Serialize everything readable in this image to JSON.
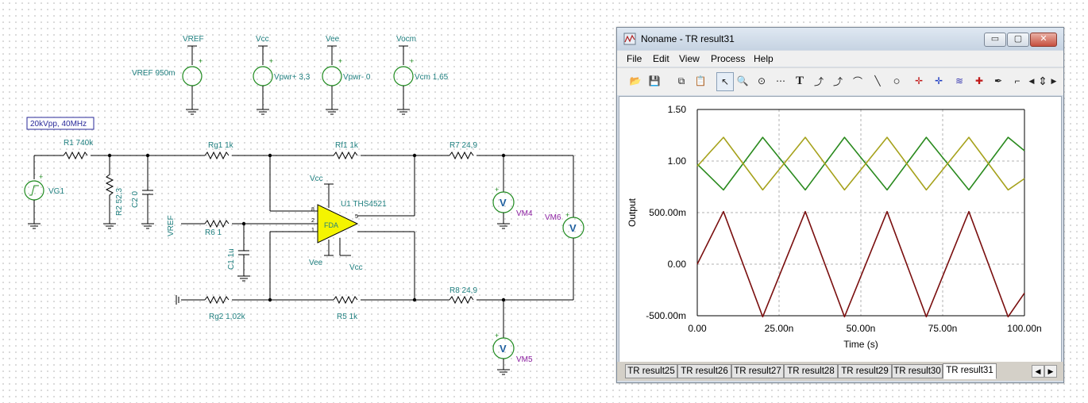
{
  "schematic": {
    "sources": [
      {
        "name": "VREF",
        "label": "VREF 950m"
      },
      {
        "name": "Vcc",
        "label": "Vpwr+ 3,3"
      },
      {
        "name": "Vee",
        "label": "Vpwr- 0"
      },
      {
        "name": "Vocm",
        "label": "Vcm 1,65"
      }
    ],
    "generator_box": "20kVpp, 40MHz",
    "components": {
      "r1": "R1 740k",
      "vg1": "VG1",
      "r2": "R2 52,3",
      "c2": "C2 0",
      "rg1": "Rg1 1k",
      "rf1": "Rf1 1k",
      "r7": "R7 24,9",
      "r6": "R6 1",
      "vref_pin": "VREF",
      "c1": "C1 1u",
      "u1": "U1 THS4521",
      "fda": "FDA",
      "vcc_top": "Vcc",
      "vee_bottom": "Vee",
      "vcc_right": "Vcc",
      "rg2": "Rg2 1,02k",
      "r5": "R5 1k",
      "r8": "R8 24,9",
      "vm4": "VM4",
      "vm5": "VM5",
      "vm6": "VM6",
      "meter_symbol": "V",
      "pins": {
        "p8": "8",
        "p2": "2",
        "p1": "1",
        "p5": "5"
      }
    }
  },
  "window": {
    "title": "Noname - TR result31",
    "controls": {
      "minimize": "▭",
      "maximize": "▢",
      "close": "✕"
    },
    "menu": [
      "File",
      "Edit",
      "View",
      "Process",
      "Help"
    ],
    "toolbar": [
      {
        "icon": "open-folder-icon",
        "glyph": "📂"
      },
      {
        "icon": "save-icon",
        "glyph": "💾"
      },
      {
        "icon": "copy-icon",
        "glyph": "⧉"
      },
      {
        "icon": "paste-icon",
        "glyph": "📋"
      },
      {
        "icon": "pointer-icon",
        "glyph": "↖"
      },
      {
        "icon": "zoom-in-icon",
        "glyph": "🔍"
      },
      {
        "icon": "zoom-100-icon",
        "glyph": "⊙"
      },
      {
        "icon": "grid-icon",
        "glyph": "⋯"
      },
      {
        "icon": "text-icon",
        "glyph": "T"
      },
      {
        "icon": "curve-label-icon",
        "glyph": "⤴"
      },
      {
        "icon": "curve-label2-icon",
        "glyph": "⤴"
      },
      {
        "icon": "axis-label-icon",
        "glyph": "⌒"
      },
      {
        "icon": "line-icon",
        "glyph": "╲"
      },
      {
        "icon": "circle-icon",
        "glyph": "○"
      },
      {
        "icon": "cursor-a-icon",
        "glyph": "✛"
      },
      {
        "icon": "cursor-b-icon",
        "glyph": "✛"
      },
      {
        "icon": "waveform-icon",
        "glyph": "≋"
      },
      {
        "icon": "add-marker-icon",
        "glyph": "✚"
      },
      {
        "icon": "dropper-icon",
        "glyph": "✒"
      },
      {
        "icon": "step-icon",
        "glyph": "⌐"
      }
    ],
    "scroll": {
      "left": "◀",
      "updown": "⇕",
      "right": "▶"
    },
    "tabs": [
      "TR result25",
      "TR result26",
      "TR result27",
      "TR result28",
      "TR result29",
      "TR result30",
      "TR result31"
    ],
    "active_tab": "TR result31",
    "tab_scroll": {
      "left": "◀",
      "right": "▶"
    }
  },
  "chart_data": {
    "type": "line",
    "xlabel": "Time (s)",
    "ylabel": "Output",
    "xlim": [
      0,
      100
    ],
    "ylim": [
      -0.5,
      1.5
    ],
    "xticks": [
      "0.00",
      "25.00n",
      "50.00n",
      "75.00n",
      "100.00n"
    ],
    "yticks": [
      "1.50",
      "1.00",
      "500.00m",
      "0.00",
      "-500.00m"
    ],
    "grid": true,
    "series": [
      {
        "color": "#2a8a1e",
        "x": [
          0,
          8,
          20,
          33,
          45,
          58,
          70,
          83,
          95,
          100
        ],
        "y": [
          0.97,
          0.72,
          1.23,
          0.72,
          1.23,
          0.72,
          1.23,
          0.72,
          1.23,
          1.1
        ]
      },
      {
        "color": "#a6a21c",
        "x": [
          0,
          8,
          20,
          33,
          45,
          58,
          70,
          83,
          95,
          100
        ],
        "y": [
          0.95,
          1.23,
          0.72,
          1.23,
          0.72,
          1.23,
          0.72,
          1.23,
          0.72,
          0.83
        ]
      },
      {
        "color": "#7a0f0f",
        "x": [
          0,
          8,
          20,
          33,
          45,
          58,
          70,
          83,
          95,
          100
        ],
        "y": [
          0.0,
          0.51,
          -0.51,
          0.51,
          -0.51,
          0.51,
          -0.51,
          0.51,
          -0.51,
          -0.28
        ]
      }
    ]
  }
}
